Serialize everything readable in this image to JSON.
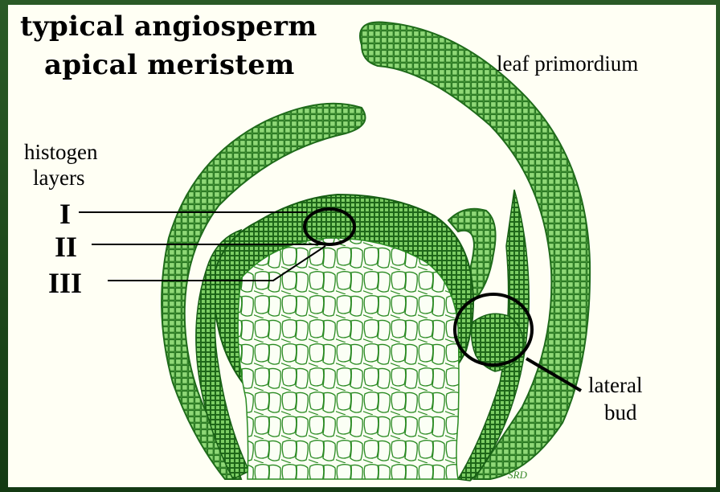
{
  "title": {
    "line1": "typical angiosperm",
    "line2": "apical meristem"
  },
  "labels": {
    "leaf_primordium": "leaf primordium",
    "histogen_line1": "histogen",
    "histogen_line2": "layers",
    "layer_i": "I",
    "layer_ii": "II",
    "layer_iii": "III",
    "lateral_line1": "lateral",
    "lateral_line2": "bud"
  },
  "signature": "SRD",
  "colors": {
    "frame": "#1e4d1c",
    "background": "#fffff4",
    "tissue_fill": "#5fb84a",
    "tissue_dark": "#2f7d24",
    "cell_line": "#1f6b1a",
    "outline": "#000000"
  }
}
